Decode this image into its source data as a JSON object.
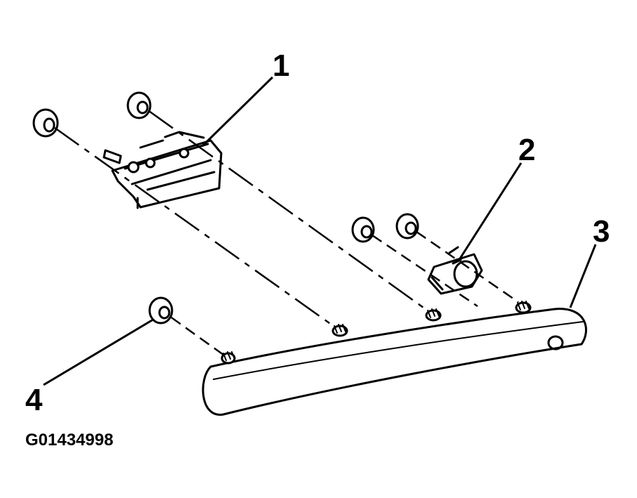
{
  "callouts": [
    {
      "id": "1",
      "label": "1"
    },
    {
      "id": "2",
      "label": "2"
    },
    {
      "id": "3",
      "label": "3"
    },
    {
      "id": "4",
      "label": "4"
    }
  ],
  "figure_id": "G01434998"
}
